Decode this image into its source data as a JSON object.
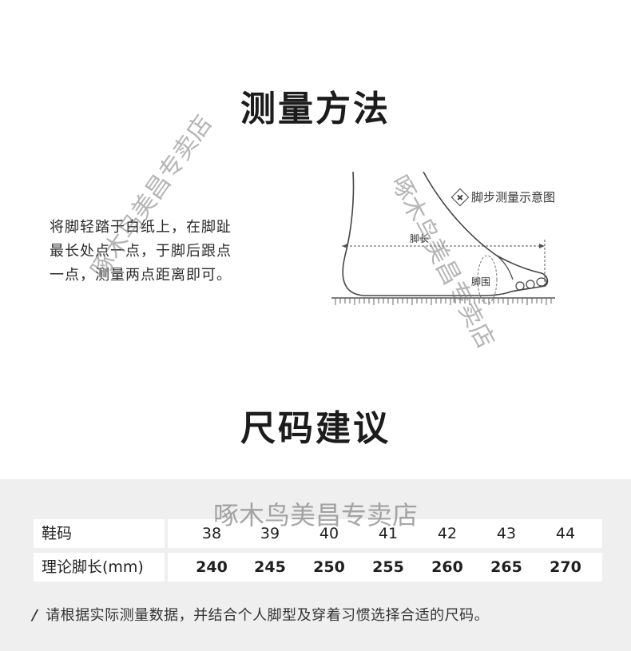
{
  "measure": {
    "title": "测量方法",
    "instructions": [
      "将脚轻踏于白纸上，在脚趾",
      "最长处点一点，于脚后跟点",
      "一点，测量两点距离即可。"
    ],
    "diagram": {
      "legend": "脚步测量示意图",
      "length_label": "脚长",
      "girth_label": "脚围",
      "legend_icon": "plus-in-diamond-icon"
    }
  },
  "size": {
    "title": "尺码建议",
    "table": {
      "row_labels": [
        "鞋码",
        "理论脚长(mm)"
      ],
      "sizes": [
        "38",
        "39",
        "40",
        "41",
        "42",
        "43",
        "44"
      ],
      "lengths": [
        "240",
        "245",
        "250",
        "255",
        "260",
        "265",
        "270"
      ]
    },
    "footnote": "请根据实际测量数据，并结合个人脚型及穿着习惯选择合适的尺码。",
    "footnote_icon": "slash-mark-icon"
  },
  "watermark": "啄木鸟美昌专卖店",
  "colors": {
    "background": "#ffffff",
    "table_bg": "#efefef",
    "text": "#1f1f1f"
  }
}
